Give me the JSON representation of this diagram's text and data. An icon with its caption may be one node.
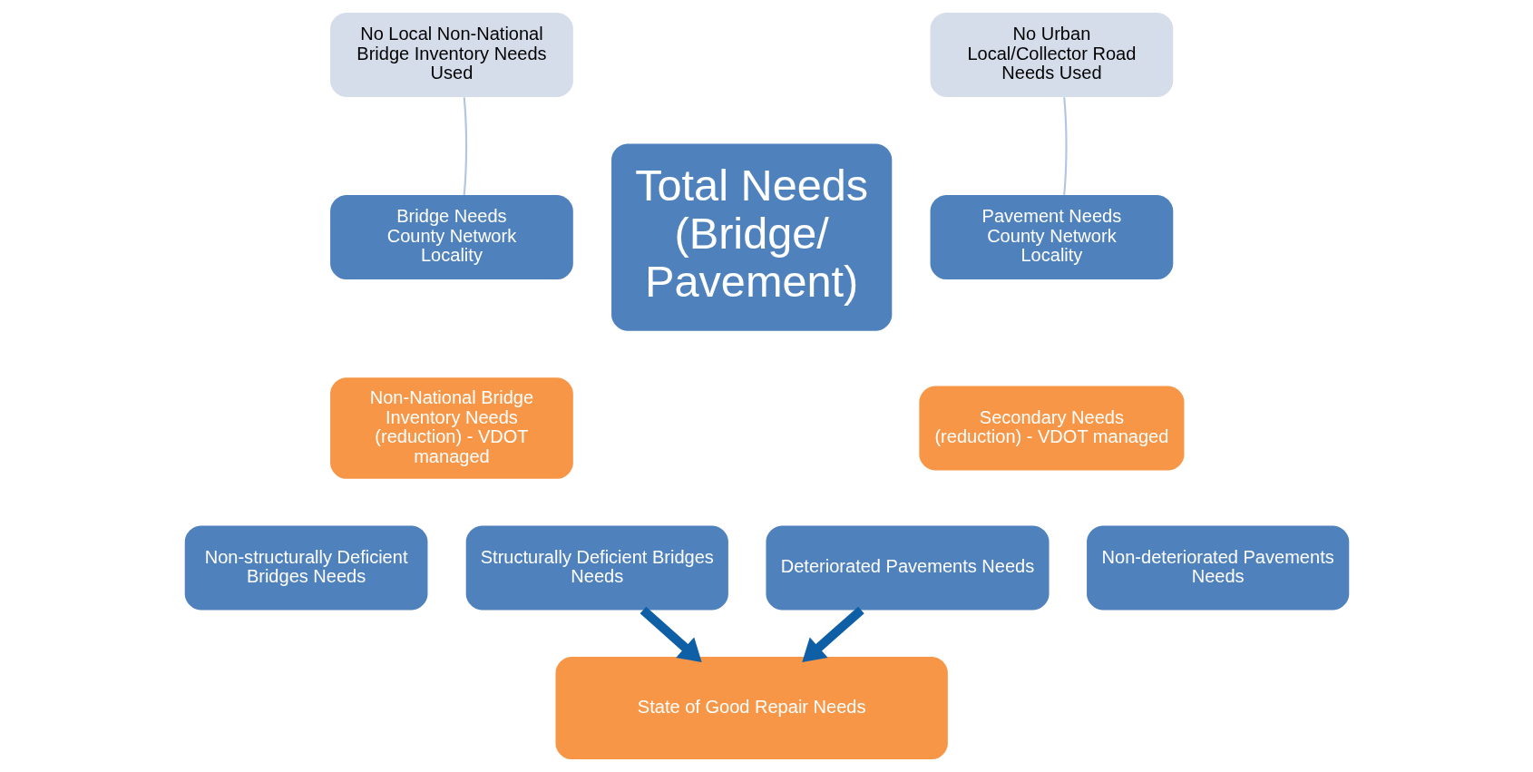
{
  "diagram": {
    "nodes": [
      {
        "text": [
          "No Local Non-National Bridge Inventory Needs Used"
        ]
      },
      {
        "text": [
          "Bridge Needs",
          "County Network",
          "Locality"
        ]
      },
      {
        "text": [
          "Total Needs (Bridge/ Pavement)"
        ]
      },
      {
        "text": [
          "Pavement Needs",
          "County Network",
          "Locality"
        ]
      },
      {
        "text": [
          "No Urban Local/Collector Road Needs Used"
        ]
      },
      {
        "text": [
          "Non-National Bridge Inventory Needs (reduction) - VDOT managed"
        ]
      },
      {
        "text": [
          "Secondary Needs (reduction) - VDOT managed"
        ]
      },
      {
        "text": [
          "Non-structurally Deficient Bridges Needs"
        ]
      },
      {
        "text": [
          "Structurally Deficient Bridges Needs"
        ]
      },
      {
        "text": [
          "Deteriorated Pavements Needs"
        ]
      },
      {
        "text": [
          "Non-deteriorated Pavements Needs"
        ]
      },
      {
        "text": [
          "State of Good Repair Needs"
        ]
      }
    ],
    "edges": [
      {
        "from": 0,
        "to": 1,
        "arrow": "none",
        "color": "#b4c5e2"
      },
      {
        "from": 4,
        "to": 3,
        "arrow": "none",
        "color": "#b4c5e2"
      },
      {
        "from": 8,
        "to": 11,
        "arrow": "to",
        "style": "thick",
        "color": "#0f5fa6"
      },
      {
        "from": 9,
        "to": 11,
        "arrow": "to",
        "style": "thick",
        "color": "#0f5fa6"
      }
    ]
  }
}
